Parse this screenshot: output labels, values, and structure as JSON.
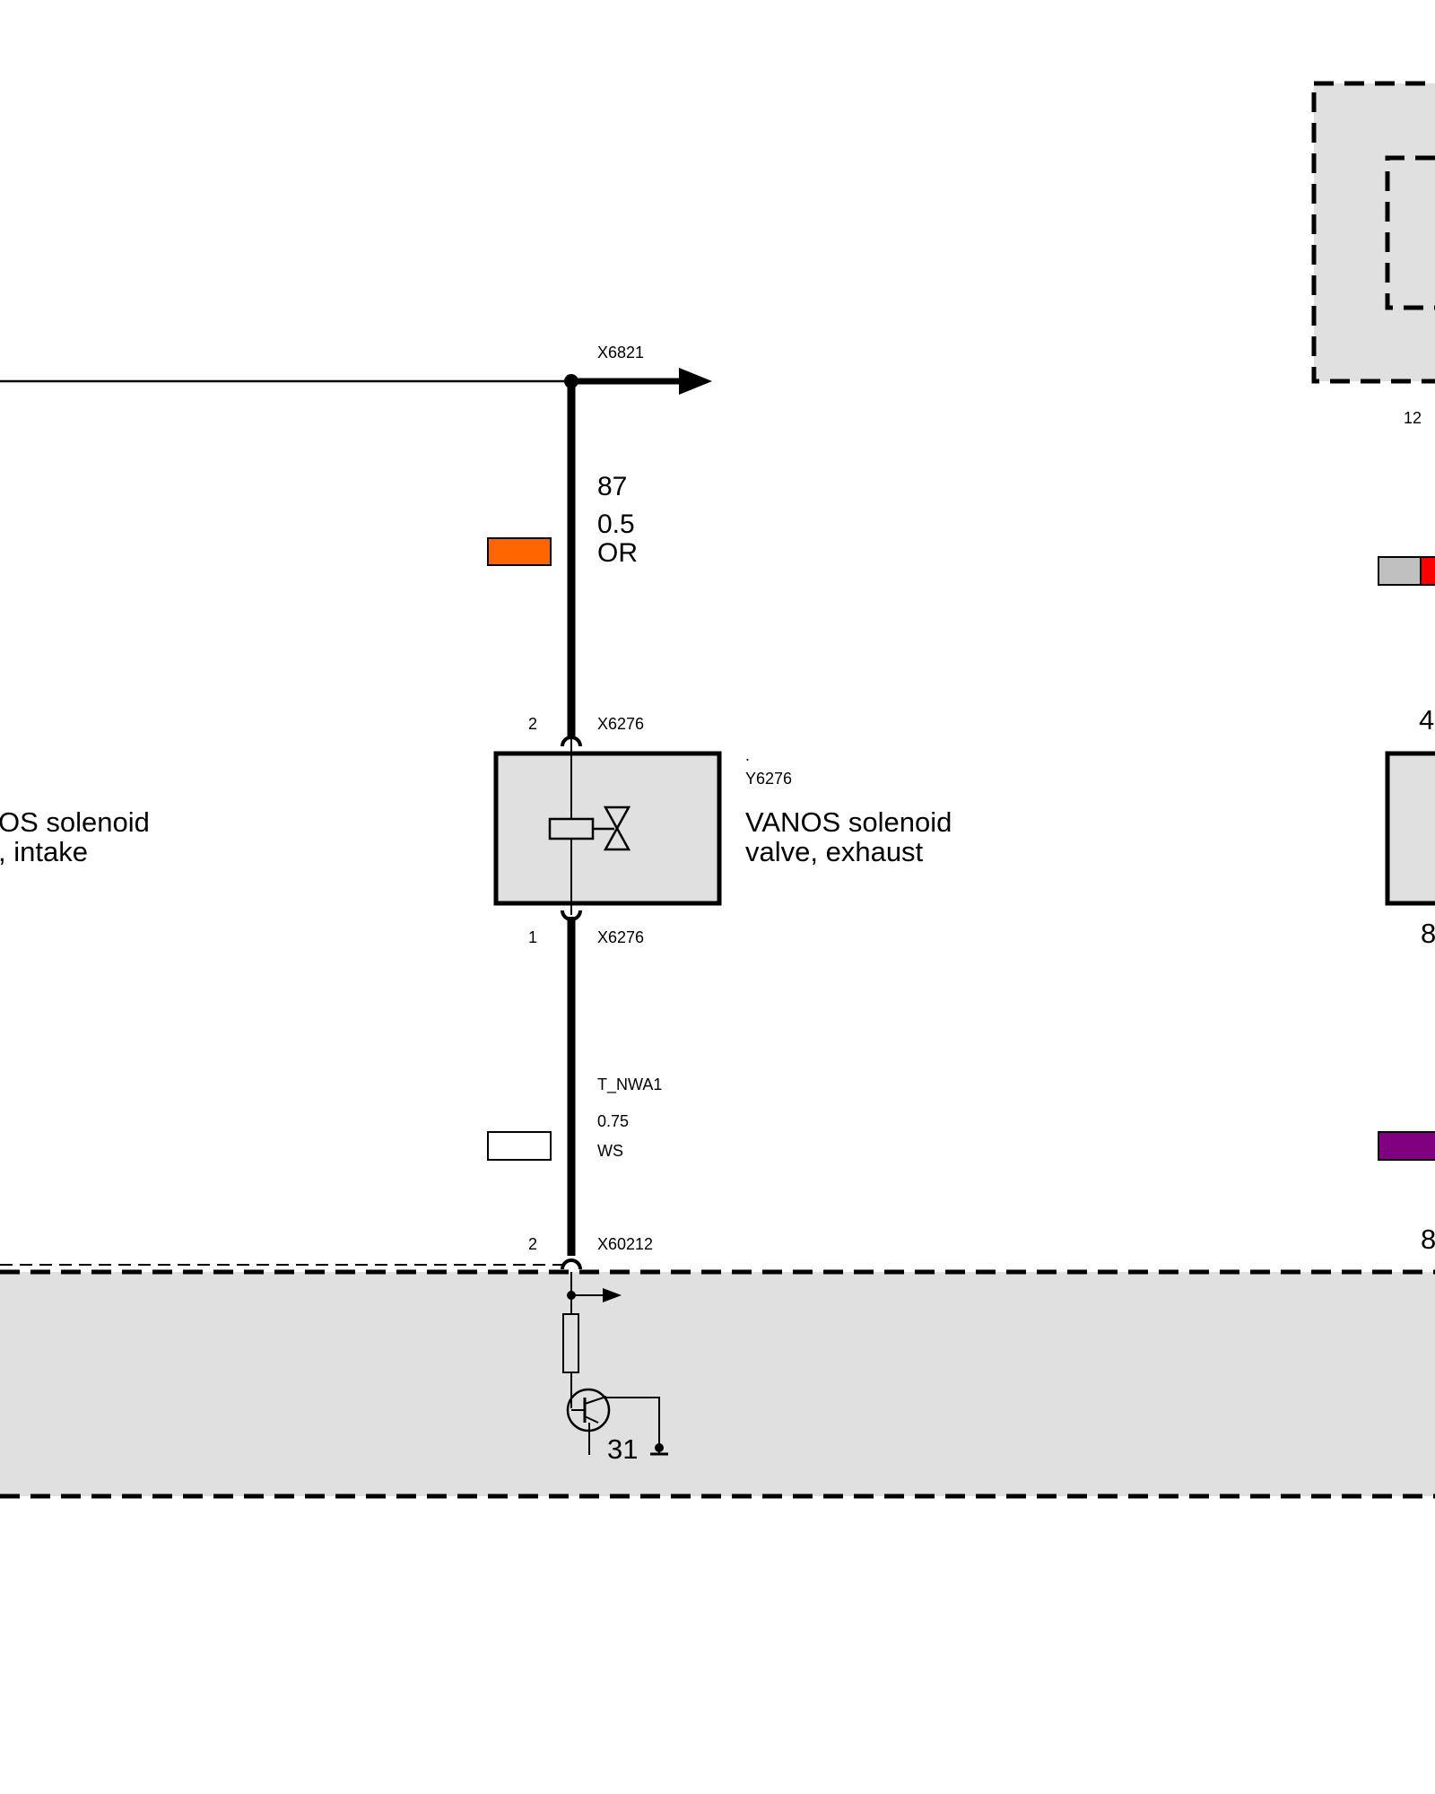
{
  "connectors": {
    "x6821": "X6821",
    "x6276_top": "X6276",
    "x6276_bottom": "X6276",
    "x60212": "X60212"
  },
  "wire_top": {
    "circuit": "87",
    "cross_section": "0.5",
    "color_code": "OR",
    "color_swatch": "#ff6600"
  },
  "wire_bottom": {
    "circuit": "T_NWA1",
    "cross_section": "0.75",
    "color_code": "WS",
    "color_swatch": "#ffffff"
  },
  "pins": {
    "top": "2",
    "bottom": "1",
    "ecu": "2",
    "right_top": "12",
    "right_mid": "4",
    "right_lower": "8",
    "right_bottom": "8"
  },
  "component_exhaust": {
    "dot": ".",
    "id": "Y6276",
    "name_line1": "VANOS solenoid",
    "name_line2": "valve, exhaust"
  },
  "component_intake_partial": {
    "name_line1": "OS solenoid",
    "name_line2": ", intake"
  },
  "ground_label": "31",
  "colors": {
    "box_fill": "#e0e0e0",
    "right_swatch_grey": "#c0c0c0",
    "right_swatch_red": "#ff0000",
    "right_swatch_purple": "#800080"
  }
}
